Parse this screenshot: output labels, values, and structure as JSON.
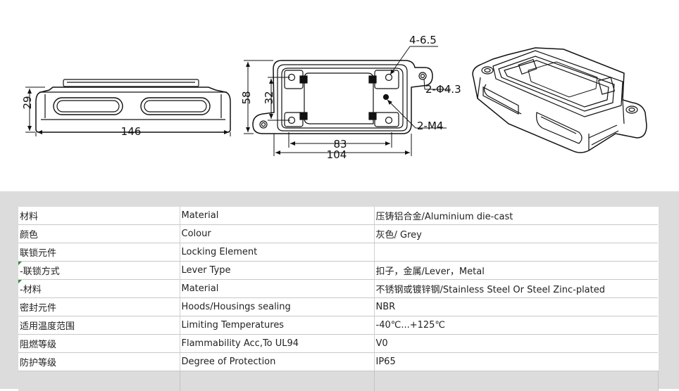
{
  "drawing": {
    "side_view": {
      "width_dim": "146",
      "height_dim": "29"
    },
    "top_view": {
      "height_outer": "58",
      "height_inner": "32",
      "width_inner": "83",
      "width_outer": "104",
      "callout_holes": "4-6.5",
      "callout_pins": "2-Φ4.3",
      "callout_threads": "2-M4"
    }
  },
  "spec_table": {
    "rows": [
      [
        "材料",
        "Material",
        "压铸铝合金/Aluminium die-cast"
      ],
      [
        "颜色",
        "Colour",
        "灰色/ Grey"
      ],
      [
        "联锁元件",
        "Locking Element",
        ""
      ],
      [
        " -联锁方式",
        "Lever Type",
        "扣子，金属/Lever，Metal"
      ],
      [
        " -材料",
        "Material",
        "不锈钢或镀锌钢/Stainless Steel Or Steel Zinc-plated"
      ],
      [
        "密封元件",
        "Hoods/Housings sealing",
        "NBR"
      ],
      [
        "适用温度范围",
        "Limiting Temperatures",
        "-40℃...+125℃"
      ],
      [
        "阻燃等级",
        "Flammability Acc,To UL94",
        "V0"
      ],
      [
        "防护等级",
        "Degree of Protection",
        "IP65"
      ]
    ],
    "flagged_rows": [
      3,
      4
    ]
  }
}
